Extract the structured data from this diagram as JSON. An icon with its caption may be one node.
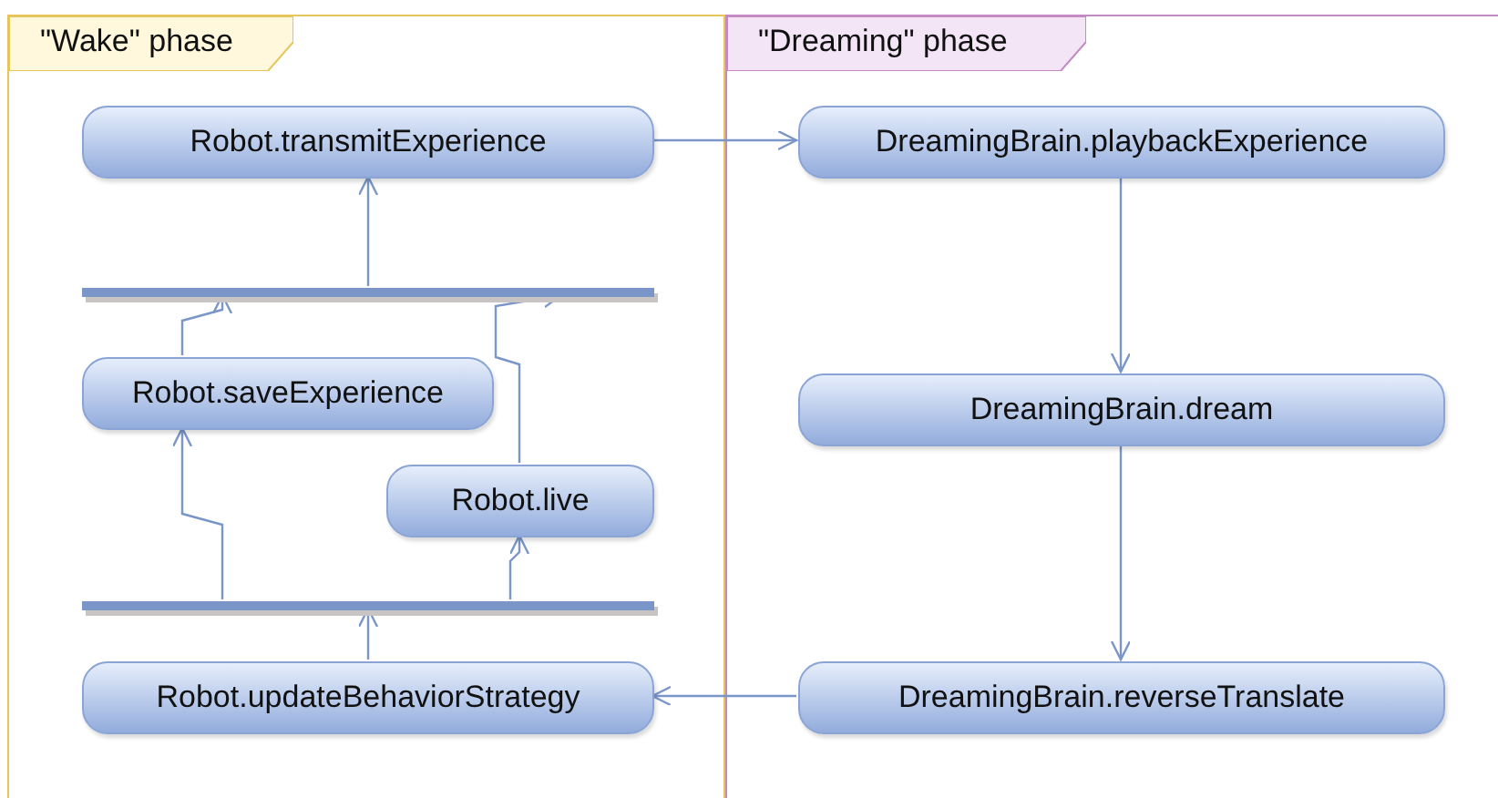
{
  "diagram": {
    "nodes": [
      {
        "text": [
          "\"Wake\" phase"
        ]
      },
      {
        "text": [
          "Robot.transmitExperience"
        ],
        "in": 0
      },
      {
        "text": [],
        "shape": "bar",
        "in": 0
      },
      {
        "text": [
          "Robot.saveExperience"
        ],
        "in": 0
      },
      {
        "text": [
          "Robot.live"
        ],
        "in": 0
      },
      {
        "text": [],
        "shape": "bar",
        "in": 0
      },
      {
        "text": [
          "Robot.updateBehaviorStrategy"
        ],
        "in": 0
      },
      {
        "text": [
          "\"Dreaming\" phase"
        ]
      },
      {
        "text": [
          "DreamingBrain.playbackExperience"
        ],
        "in": 7
      },
      {
        "text": [
          "DreamingBrain.dream"
        ],
        "in": 7
      },
      {
        "text": [
          "DreamingBrain.reverseTranslate"
        ],
        "in": 7
      }
    ],
    "edges": [
      {
        "from": 1,
        "to": 8,
        "arrow": "to"
      },
      {
        "from": 8,
        "to": 9,
        "arrow": "to"
      },
      {
        "from": 9,
        "to": 10,
        "arrow": "to"
      },
      {
        "from": 10,
        "to": 6,
        "arrow": "to"
      },
      {
        "from": 6,
        "to": 5,
        "arrow": "to"
      },
      {
        "from": 5,
        "to": 3,
        "arrow": "to"
      },
      {
        "from": 5,
        "to": 4,
        "arrow": "to"
      },
      {
        "from": 3,
        "to": 2,
        "arrow": "to"
      },
      {
        "from": 4,
        "to": 2,
        "arrow": "to"
      },
      {
        "from": 2,
        "to": 1,
        "arrow": "to"
      }
    ]
  }
}
